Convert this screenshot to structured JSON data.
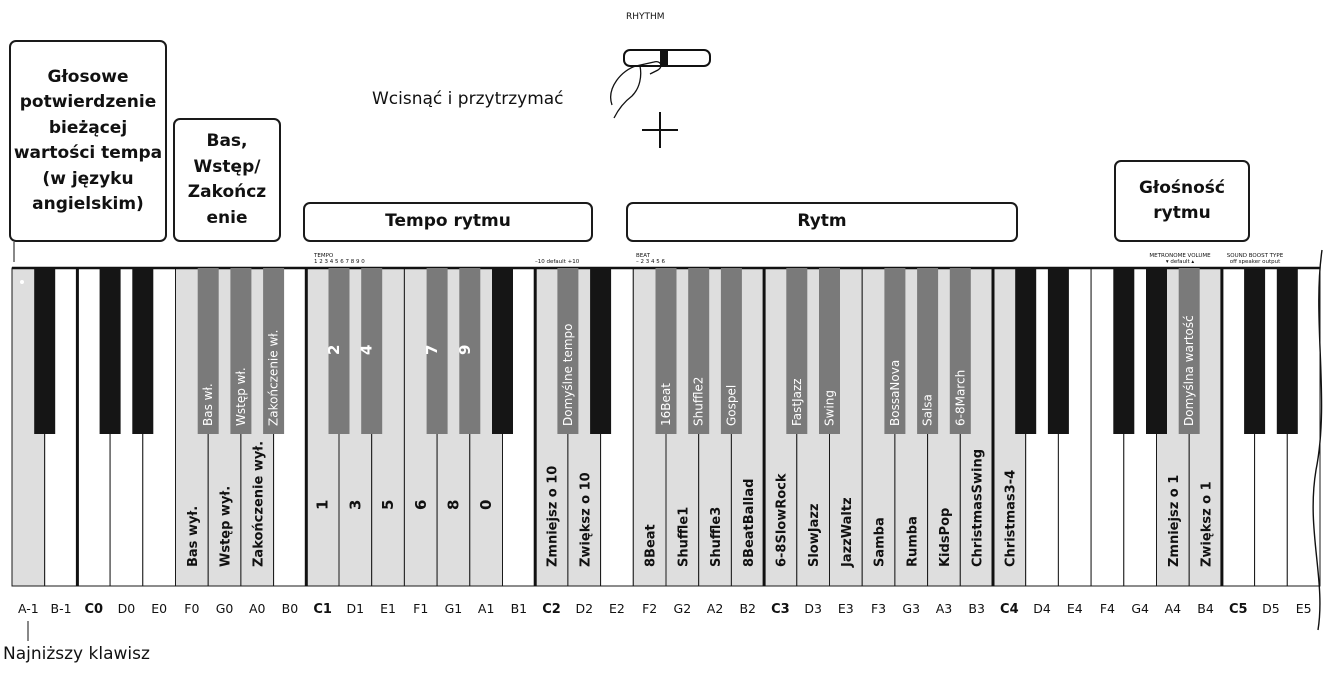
{
  "boxes": {
    "voice": "Głosowe\npotwierdzenie\nbieżącej\nwartości tempa\n(w języku\nangielskim)",
    "bass": "Bas,\nWstęp/\nZakończ\nenie",
    "tempo": "Tempo rytmu",
    "rhythm": "Rytm",
    "volume": "Głośność\nrytmu"
  },
  "rhythm_button_label": "RHYTHM",
  "press_hold": "Wcisnąć i przytrzymać",
  "lowest_key": "Najniższy klawisz",
  "panel_notes": {
    "tempo": "TEMPO",
    "tempo_digits": "1  2  3  4  5  6  7  8  9  0",
    "tempo_adjust": "–10 default +10",
    "beat": "BEAT",
    "beat_digits": "–  2  3  4  5  6",
    "metronome": "METRONOME VOLUME",
    "metronome_sub": "▾ default ▴",
    "sound_boost": "SOUND BOOST TYPE",
    "sound_boost_sub": "off speaker output"
  },
  "white_key_names": [
    "A-1",
    "B-1",
    "C0",
    "D0",
    "E0",
    "F0",
    "G0",
    "A0",
    "B0",
    "C1",
    "D1",
    "E1",
    "F1",
    "G1",
    "A1",
    "B1",
    "C2",
    "D2",
    "E2",
    "F2",
    "G2",
    "A2",
    "B2",
    "C3",
    "D3",
    "E3",
    "F3",
    "G3",
    "A3",
    "B3",
    "C4",
    "D4",
    "E4",
    "F4",
    "G4",
    "A4",
    "B4",
    "C5",
    "D5",
    "E5"
  ],
  "white_key_labels": [
    {
      "index": 5,
      "text": "Bas wył."
    },
    {
      "index": 6,
      "text": "Wstęp wył."
    },
    {
      "index": 7,
      "text": "Zakończenie wył."
    },
    {
      "index": 9,
      "text": "1"
    },
    {
      "index": 10,
      "text": "3"
    },
    {
      "index": 11,
      "text": "5"
    },
    {
      "index": 12,
      "text": "6"
    },
    {
      "index": 13,
      "text": "8"
    },
    {
      "index": 14,
      "text": "0"
    },
    {
      "index": 16,
      "text": "Zmniejsz o 10"
    },
    {
      "index": 17,
      "text": "Zwiększ o 10"
    },
    {
      "index": 19,
      "text": "8Beat"
    },
    {
      "index": 20,
      "text": "Shuffle1"
    },
    {
      "index": 21,
      "text": "Shuffle3"
    },
    {
      "index": 22,
      "text": "8BeatBallad"
    },
    {
      "index": 23,
      "text": "6-8SlowRock"
    },
    {
      "index": 24,
      "text": "SlowJazz"
    },
    {
      "index": 25,
      "text": "JazzWaltz"
    },
    {
      "index": 26,
      "text": "Samba"
    },
    {
      "index": 27,
      "text": "Rumba"
    },
    {
      "index": 28,
      "text": "KidsPop"
    },
    {
      "index": 29,
      "text": "ChristmasSwing"
    },
    {
      "index": 30,
      "text": "Christmas3-4"
    },
    {
      "index": 35,
      "text": "Zmniejsz o 1"
    },
    {
      "index": 36,
      "text": "Zwiększ o 1"
    }
  ],
  "black_key_labels": [
    {
      "after": 5,
      "text": "Bas wł."
    },
    {
      "after": 6,
      "text": "Wstęp wł."
    },
    {
      "after": 7,
      "text": "Zakończenie wł."
    },
    {
      "after": 9,
      "text": "2"
    },
    {
      "after": 10,
      "text": "4"
    },
    {
      "after": 12,
      "text": "7"
    },
    {
      "after": 13,
      "text": "9"
    },
    {
      "after": 16,
      "text": "Domyślne tempo"
    },
    {
      "after": 19,
      "text": "16Beat"
    },
    {
      "after": 20,
      "text": "Shuffle2"
    },
    {
      "after": 21,
      "text": "Gospel"
    },
    {
      "after": 23,
      "text": "FastJazz"
    },
    {
      "after": 24,
      "text": "Swing"
    },
    {
      "after": 26,
      "text": "BossaNova"
    },
    {
      "after": 27,
      "text": "Salsa"
    },
    {
      "after": 28,
      "text": "6-8March"
    },
    {
      "after": 35,
      "text": "Domyślna wartość"
    }
  ]
}
